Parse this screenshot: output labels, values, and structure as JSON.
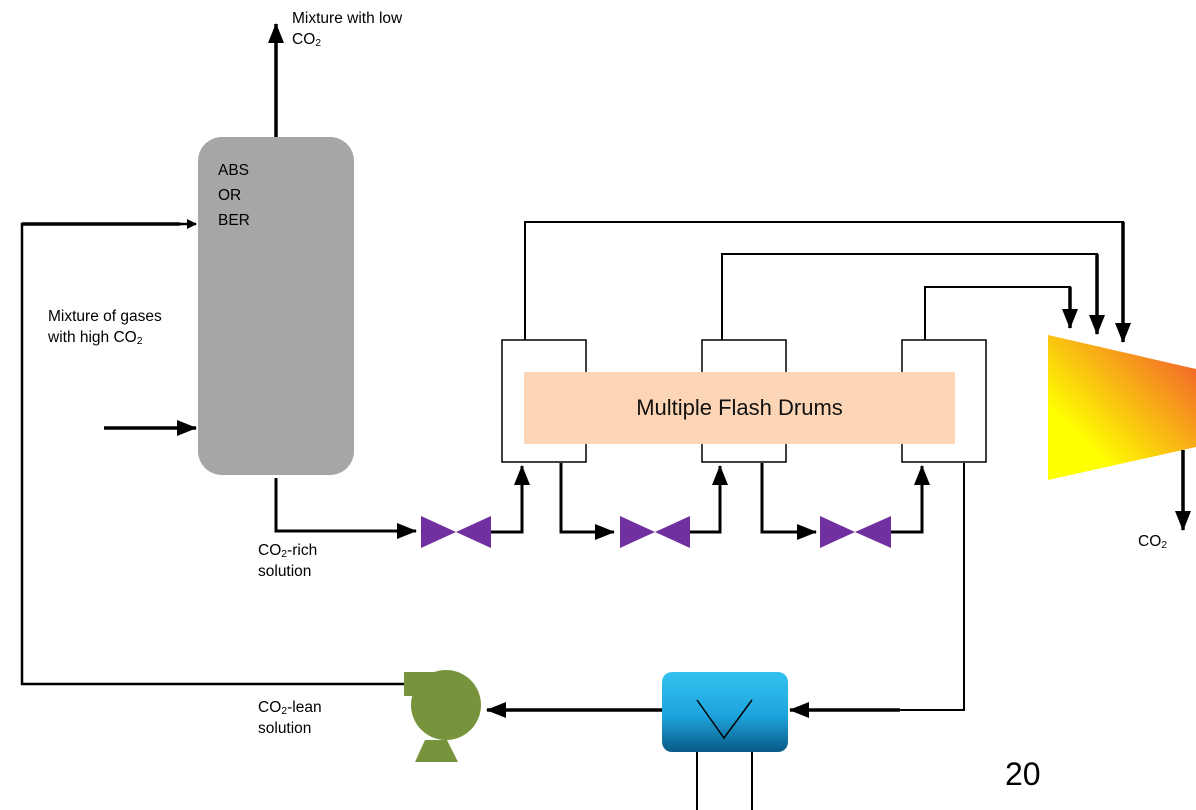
{
  "column": {
    "line1": "ABS",
    "line2": "OR",
    "line3": "BER"
  },
  "labels": {
    "top_outlet_line1": "Mixture with low",
    "top_outlet_chem": "CO",
    "top_outlet_sub": "2",
    "feed_line1": "Mixture of gases",
    "feed_line2_prefix": "with high CO",
    "feed_line2_sub": "2",
    "rich_chem": "CO",
    "rich_sub": "2",
    "rich_suffix": "-rich",
    "rich_line2": "solution",
    "lean_chem": "CO",
    "lean_sub": "2",
    "lean_suffix": "-lean",
    "lean_line2": "solution",
    "product_chem": "CO",
    "product_sub": "2"
  },
  "flash_drums_label": "Multiple Flash Drums",
  "page_number": "20",
  "colors": {
    "column": "#a6a6a6",
    "valve": "#7030a0",
    "drums_band": "#fbd5b5",
    "compressor_start": "#ffff00",
    "compressor_end": "#f05030",
    "pump": "#77933c",
    "heat_exchanger_top": "#33c3f0",
    "heat_exchanger_bottom": "#0a5a86"
  }
}
